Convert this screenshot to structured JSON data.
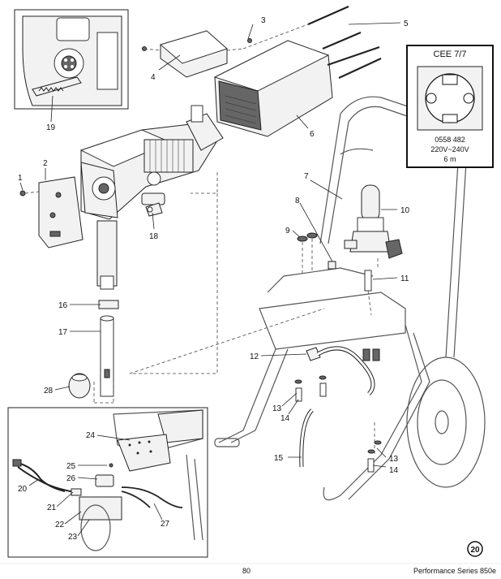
{
  "callouts": {
    "c1": "1",
    "c2": "2",
    "c3": "3",
    "c4": "4",
    "c5": "5",
    "c6": "6",
    "c7": "7",
    "c8": "8",
    "c9": "9",
    "c10": "10",
    "c11": "11",
    "c12": "12",
    "c13a": "13",
    "c13b": "13",
    "c14a": "14",
    "c14b": "14",
    "c15": "15",
    "c16": "16",
    "c17": "17",
    "c18": "18",
    "c19": "19",
    "c20": "20",
    "c21": "21",
    "c22": "22",
    "c23": "23",
    "c24": "24",
    "c25": "25",
    "c26": "26",
    "c27": "27",
    "c28": "28"
  },
  "plug": {
    "title": "CEE 7/7",
    "part_number": "0558 482",
    "voltage": "220V~240V",
    "cable_length": "6 m"
  },
  "page_badge": "20",
  "footer": {
    "page_number": "80",
    "series": "Performance Series 850e"
  }
}
